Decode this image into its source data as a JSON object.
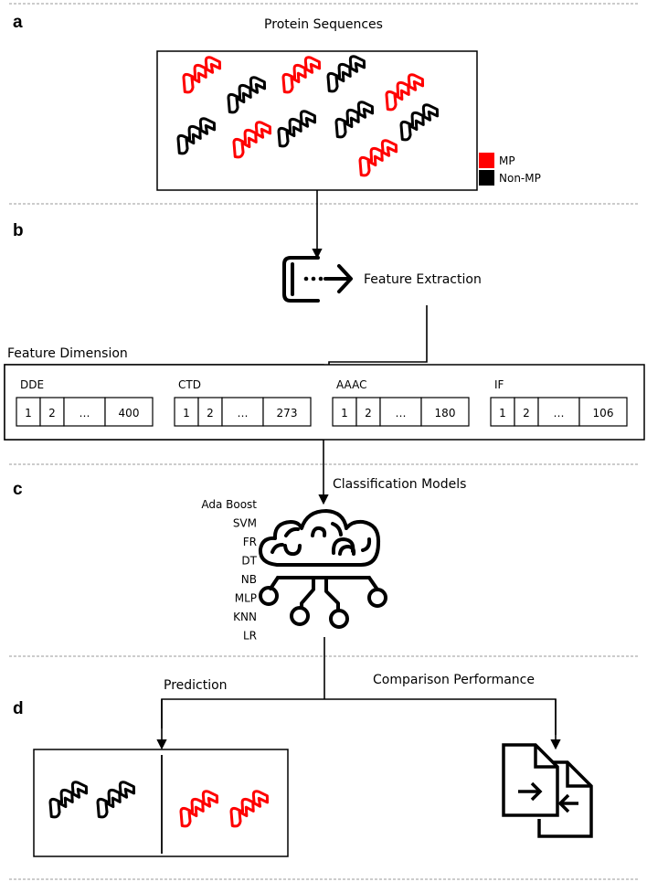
{
  "sections": {
    "a": {
      "letter": "a",
      "title": "Protein Sequences",
      "legend": [
        {
          "label": "MP",
          "color": "#ff0000"
        },
        {
          "label": "Non-MP",
          "color": "#000000"
        }
      ],
      "helices": [
        {
          "color": "red"
        },
        {
          "color": "black"
        },
        {
          "color": "red"
        },
        {
          "color": "black"
        },
        {
          "color": "red"
        },
        {
          "color": "black"
        },
        {
          "color": "red"
        },
        {
          "color": "black"
        },
        {
          "color": "black"
        },
        {
          "color": "black"
        },
        {
          "color": "red"
        }
      ]
    },
    "b": {
      "letter": "b",
      "step_label": "Feature Extraction",
      "icon": "extract-icon",
      "feature_dimension_title": "Feature Dimension",
      "features": [
        {
          "name": "DDE",
          "cells": [
            "1",
            "2",
            "...",
            "400"
          ]
        },
        {
          "name": "CTD",
          "cells": [
            "1",
            "2",
            "...",
            "273"
          ]
        },
        {
          "name": "AAAC",
          "cells": [
            "1",
            "2",
            "...",
            "180"
          ]
        },
        {
          "name": "IF",
          "cells": [
            "1",
            "2",
            "...",
            "106"
          ]
        }
      ]
    },
    "c": {
      "letter": "c",
      "step_label": "Classification Models",
      "icon": "cloud-network-icon",
      "models": [
        "Ada Boost",
        "SVM",
        "FR",
        "DT",
        "NB",
        "MLP",
        "KNN",
        "LR"
      ]
    },
    "d": {
      "letter": "d",
      "prediction_label": "Prediction",
      "comparison_label": "Comparison Performance",
      "prediction_groups": [
        {
          "color": "black",
          "count": 2
        },
        {
          "color": "red",
          "count": 2
        }
      ],
      "icon": "compare-documents-icon"
    }
  },
  "colors": {
    "mp": "#ff0000",
    "non_mp": "#000000",
    "divider": "#9a9a9a"
  }
}
